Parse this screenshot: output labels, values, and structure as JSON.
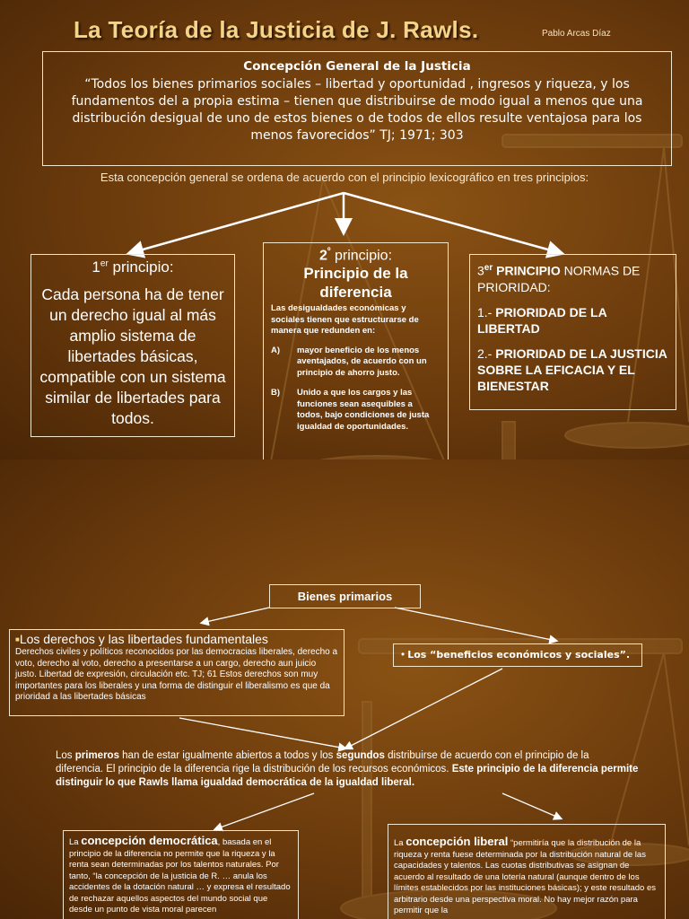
{
  "slide1": {
    "title": "La Teoría de la Justicia de J. Rawls",
    "title_dot": ".",
    "author": "Pablo Arcas Díaz",
    "concept_box": {
      "heading": "Concepción General de la Justicia",
      "quote": "“Todos los bienes primarios sociales – libertad y oportunidad , ingresos y riqueza, y los fundamentos del a propia estima – tienen que distribuirse de modo igual a menos que una distribución desigual de uno de estos bienes o de todos de ellos resulte ventajosa para los menos favorecidos” TJ; 1971; 303"
    },
    "intro": "Esta concepción general se ordena de acuerdo con el principio lexicográfico en tres principios:",
    "p1": {
      "num": "1",
      "sup": "er",
      "label": " principio:",
      "text": "Cada persona ha de tener un derecho igual al más amplio sistema de libertades básicas, compatible con un sistema similar de libertades para todos."
    },
    "p2": {
      "num": "2",
      "sup": "º",
      "label": " principio:",
      "heading": "Principio de la diferencia",
      "intro": "Las desigualdades económicas y sociales tienen que estructurarse de manera que redunden en:",
      "a_marker": "A)",
      "a_text": "mayor beneficio de los menos aventajados, de acuerdo con un principio de ahorro justo.",
      "b_marker": "B)",
      "b_text": "Unido a que los cargos y las funciones sean asequibles a todos, bajo condiciones de justa igualdad de oportunidades."
    },
    "p3": {
      "num": "3",
      "sup": "er",
      "label_bold": " PRINCIPIO",
      "label_rest": " NORMAS DE PRIORIDAD:",
      "item1_prefix": "1.- ",
      "item1": "PRIORIDAD DE LA LIBERTAD",
      "item2_prefix": " 2.- ",
      "item2": "PRIORIDAD DE LA JUSTICIA SOBRE LA EFICACIA Y EL BIENESTAR"
    }
  },
  "slide2": {
    "bienes_label": "Bienes primarios",
    "left_box": {
      "bullet": "■",
      "heading": "Los derechos y las libertades fundamentales",
      "text": "Derechos civiles y políticos reconocidos por las democracias liberales, derecho a voto, derecho al voto, derecho a presentarse a un cargo, derecho aun juicio justo. Libertad de expresión, circulación etc. TJ; 61 Estos derechos son muy importantes para los liberales y una forma de distinguir el liberalismo es que da prioridad a las libertades básicas"
    },
    "right_box": {
      "bullet": "• ",
      "text": "Los “beneficios económicos y sociales”."
    },
    "paragraph": {
      "t1": "Los ",
      "b1": "primeros",
      "t2": " han de estar igualmente abiertos a todos y los ",
      "b2": "segundos",
      "t3": " distribuirse de acuerdo con el principio de la diferencia. El principio de la diferencia rige la distribución de los recursos económicos. ",
      "b3": "Este principio de la diferencia permite distinguir lo que Rawls llama igualdad democrática de la igualdad liberal."
    },
    "democratic": {
      "prefix": "La ",
      "heading": "concepción democrática",
      "text": ", basada en el principio de la diferencia no permite que la riqueza y la renta sean determinadas por los talentos naturales. Por tanto, “la concepción de la justicia de R. … anula los accidentes de la dotación natural … y expresa el resultado de rechazar aquellos aspectos del mundo social que desde un punto de vista moral parecen"
    },
    "liberal": {
      "prefix": "La ",
      "heading": "concepción liberal",
      "text": " “permitiría que la distribución de la riqueza y renta fuese determinada por la distribución natural de las capacidades y talentos. Las cuotas distributivas se asignan de acuerdo al resultado de una lotería natural (aunque dentro de los límites establecidos por las instituciones básicas); y este resultado es arbitrario desde una perspectiva moral. No hay mejor razón para permitir que la"
    }
  }
}
